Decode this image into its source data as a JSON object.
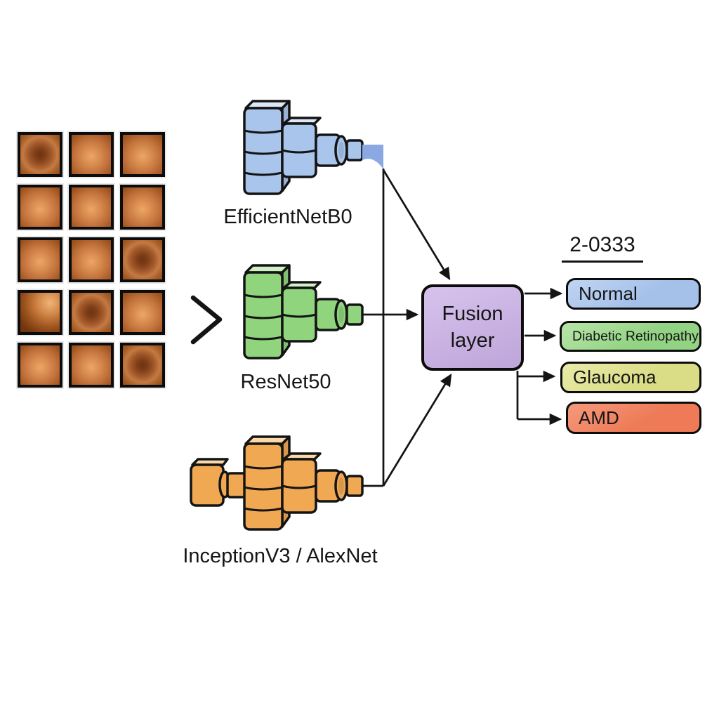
{
  "diagram": {
    "input_grid": {
      "rows": 5,
      "cols": 3,
      "cells": [
        {
          "variant": "dark-center"
        },
        {
          "variant": "bright"
        },
        {
          "variant": "bright"
        },
        {
          "variant": "bright"
        },
        {
          "variant": "bright"
        },
        {
          "variant": "bright"
        },
        {
          "variant": "bright"
        },
        {
          "variant": "bright"
        },
        {
          "variant": "dark-center"
        },
        {
          "variant": "dark-left"
        },
        {
          "variant": "dark-center"
        },
        {
          "variant": "bright"
        },
        {
          "variant": "bright"
        },
        {
          "variant": "bright"
        },
        {
          "variant": "dark-center"
        }
      ]
    },
    "models": [
      {
        "name": "EfficientNetB0"
      },
      {
        "name": "ResNet50"
      },
      {
        "name": "InceptionV3 / AlexNet"
      }
    ],
    "fusion": {
      "line1": "Fusion",
      "line2": "layer"
    },
    "outputs": {
      "header": "2-0333",
      "classes": [
        {
          "label": "Normal"
        },
        {
          "label": "Diabetic Retinopathy"
        },
        {
          "label": "Glaucoma"
        },
        {
          "label": "AMD"
        }
      ]
    }
  },
  "colors": {
    "model-blue": "#a9c5ec",
    "model-blue-light": "#dce7f7",
    "model-green": "#90d57e",
    "model-green-light": "#d2f0c6",
    "model-orange": "#f0a853",
    "model-orange-light": "#f9d9a8",
    "fusion-purple": "#c9b2e2",
    "class-normal": "#a5c1ea",
    "class-dr": "#93d384",
    "class-glaucoma": "#dadd85",
    "class-amd": "#ee7a57",
    "flag-blue": "#8aa8e2",
    "ink": "#141414"
  }
}
